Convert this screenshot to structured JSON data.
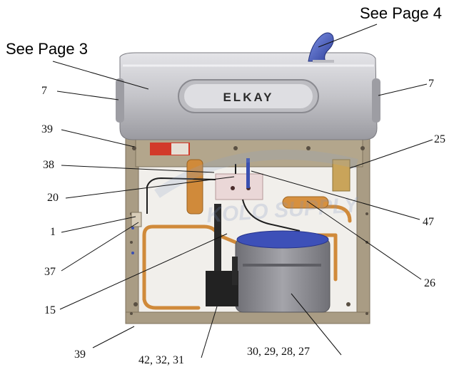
{
  "references": {
    "page3": "See Page 3",
    "page4": "See Page 4"
  },
  "brand": "ELKAY",
  "watermark": "KOLO SUPPLY",
  "callouts": {
    "left_top_7": "7",
    "right_top_7": "7",
    "c39_top": "39",
    "c25": "25",
    "c38": "38",
    "c20": "20",
    "c47": "47",
    "c1": "1",
    "c37": "37",
    "c26": "26",
    "c15": "15",
    "c39_bottom": "39",
    "c42_32_31": "42, 32, 31",
    "c30_29_28_27": "30, 29, 28, 27"
  },
  "colors": {
    "basin": "#c9c9cd",
    "basin_dark": "#8e8e94",
    "frame": "#a79a82",
    "copper": "#d08a3a",
    "compressor": "#8a8a8f",
    "blue": "#3a4fb0",
    "red_tag": "#d23a2a"
  }
}
